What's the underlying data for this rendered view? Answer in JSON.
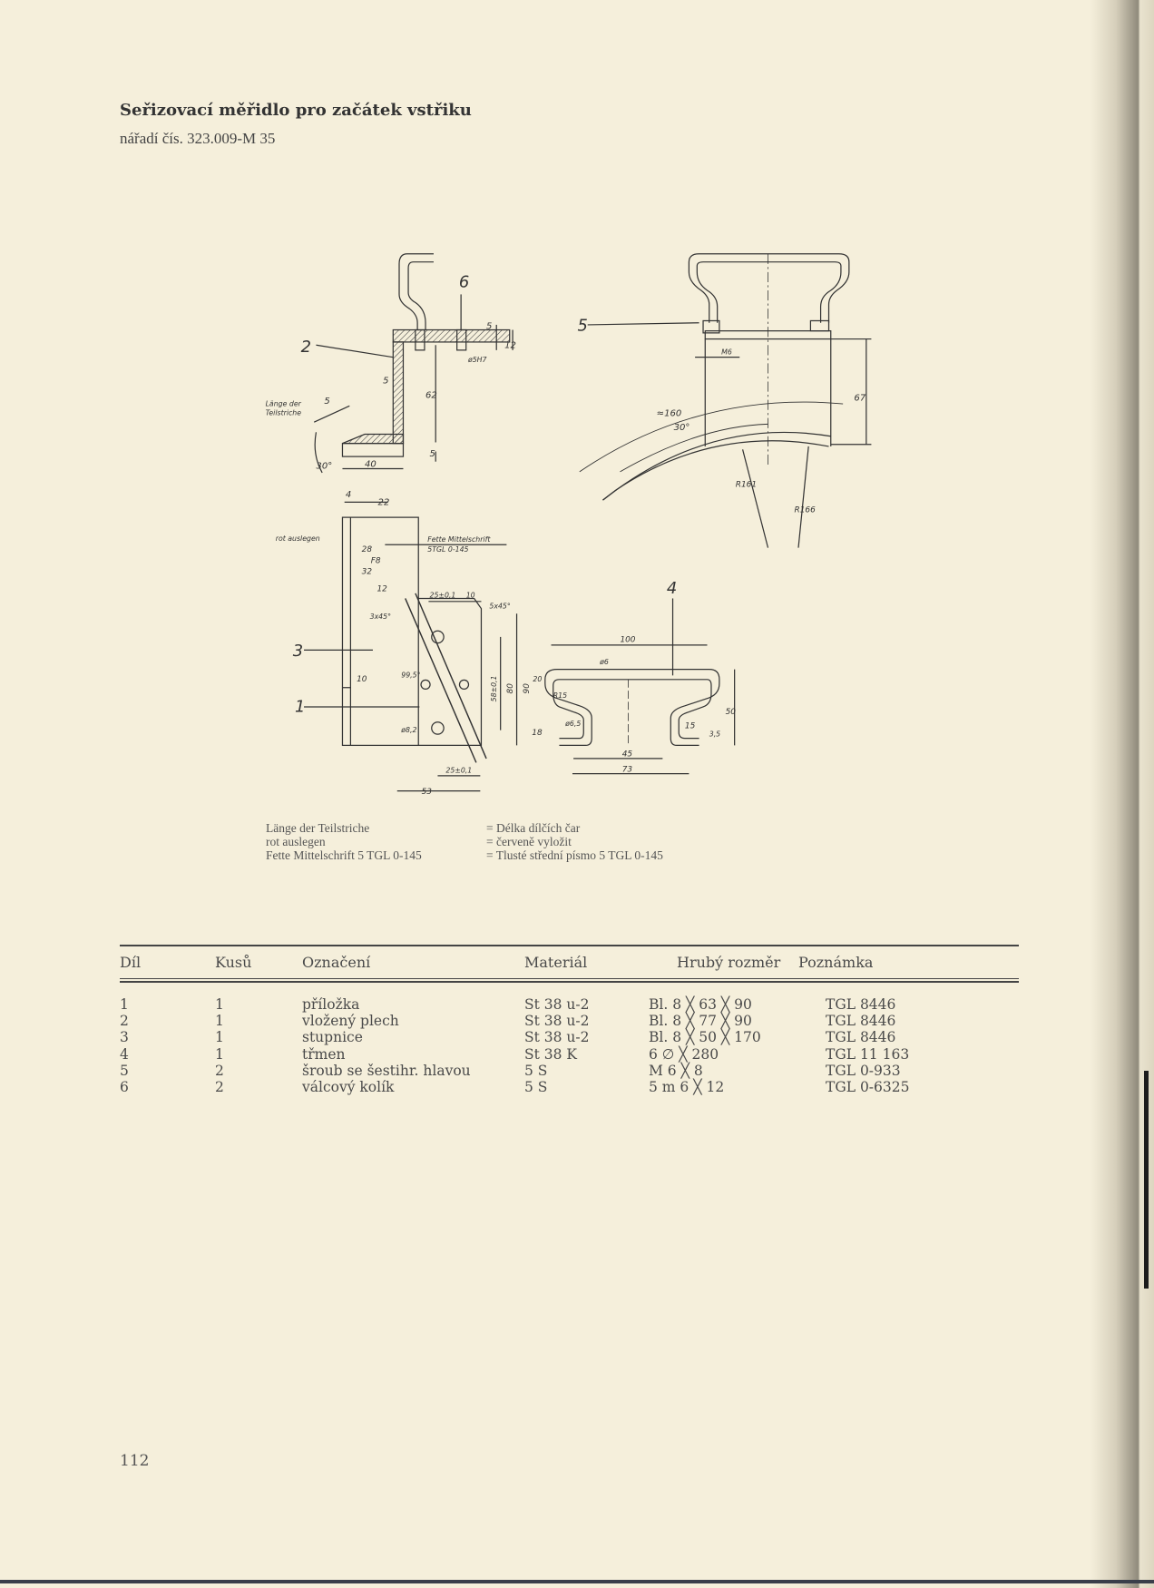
{
  "header": {
    "title": "Seřizovací měřidlo pro začátek vstřiku",
    "subtitle": "nářadí čís. 323.009-M 35"
  },
  "drawing_labels": {
    "part_2": "2",
    "part_6": "6",
    "part_5": "5",
    "part_3": "3",
    "part_1": "1",
    "part_4": "4",
    "laenge_1": "Länge der",
    "laenge_2": "Teilstriche",
    "d1_5a": "5",
    "d1_12": "12",
    "d1_phi5h7": "ø5H7",
    "d1_5b": "5",
    "d1_62": "62",
    "d1_5c": "5",
    "d1_5d": "5",
    "d1_40": "40",
    "d1_30": "30°",
    "d2_m6": "M6",
    "d2_67": "67",
    "d2_160": "≈160",
    "d2_30": "30°",
    "d2_r161": "R161",
    "d2_r166": "R166",
    "d3_4": "4",
    "d3_22": "22",
    "d3_rot": "rot auslegen",
    "d3_fette1": "Fette Mittelschrift",
    "d3_fette2": "5TGL 0-145",
    "d3_28": "28",
    "d3_32": "32",
    "d3_f8": "F8",
    "d3_12": "12",
    "d3_25a": "25±0,1",
    "d3_10a": "10",
    "d3_5x45": "5x45°",
    "d3_3x45": "3x45°",
    "d3_99": "99,5°",
    "d3_10b": "10",
    "d3_58": "58±0,1",
    "d3_80": "80",
    "d3_90": "90",
    "d3_82": "ø8,2",
    "d3_25b": "25±0,1",
    "d3_53": "53",
    "d4_100": "100",
    "d4_phi6": "ø6",
    "d4_20": "20",
    "d4_r15": "R15",
    "d4_65": "ø6,5",
    "d4_18": "18",
    "d4_15": "15",
    "d4_35": "3,5",
    "d4_50": "50",
    "d4_45": "45",
    "d4_73": "73"
  },
  "legend": [
    {
      "de": "Länge der Teilstriche",
      "cz": "= Délka dílčích čar"
    },
    {
      "de": "rot auslegen",
      "cz": "= červeně vyložit"
    },
    {
      "de": "Fette Mittelschrift 5 TGL 0-145",
      "cz": "= Tlusté střední písmo 5 TGL 0-145"
    }
  ],
  "table": {
    "headers": [
      "Díl",
      "Kusů",
      "Označení",
      "Materiál",
      "Hrubý rozměr",
      "Poznámka"
    ],
    "rows": [
      [
        "1",
        "1",
        "příložka",
        "St 38 u-2",
        "Bl. 8 ╳ 63 ╳ 90",
        "TGL 8446"
      ],
      [
        "2",
        "1",
        "vložený plech",
        "St 38 u-2",
        "Bl. 8 ╳ 77 ╳ 90",
        "TGL 8446"
      ],
      [
        "3",
        "1",
        "stupnice",
        "St 38 u-2",
        "Bl. 8 ╳ 50 ╳ 170",
        "TGL 8446"
      ],
      [
        "4",
        "1",
        "třmen",
        "St 38 K",
        "6 ∅ ╳ 280",
        "TGL 11 163"
      ],
      [
        "5",
        "2",
        "šroub se šestihr. hlavou",
        "5 S",
        "M 6 ╳ 8",
        "TGL 0-933"
      ],
      [
        "6",
        "2",
        "válcový kolík",
        "5 S",
        "5 m 6 ╳ 12",
        "TGL 0-6325"
      ]
    ]
  },
  "page_number": "112"
}
